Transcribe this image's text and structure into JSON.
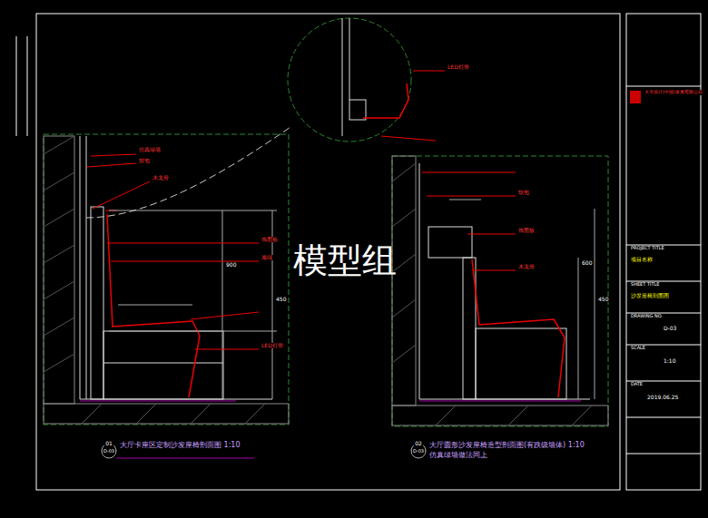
{
  "diagram": {
    "labels": [
      "模型组",
      "大厅卡座区定制沙发座椅剖面图 1:10",
      "大厅圆形沙发座椅造型剖面图(有跌级墙体) 1:10",
      "仿真绿墙做法同上",
      "01",
      "D-03",
      "02",
      "D-03",
      "900",
      "450",
      "600",
      "450",
      "仿真绿墙",
      "软包",
      "木龙骨",
      "饰面板",
      "海绵",
      "LED灯带",
      "LED灯带",
      "软包",
      "饰面板",
      "木龙骨",
      "大华设计(中国)发展有限公司",
      "PROJECT TITLE",
      "项目名称",
      "SHEET TITLE",
      "沙发座椅剖面图",
      "DRAWING NO.",
      "D-03",
      "SCALE",
      "1:10",
      "DATE",
      "2019.06.25"
    ]
  }
}
